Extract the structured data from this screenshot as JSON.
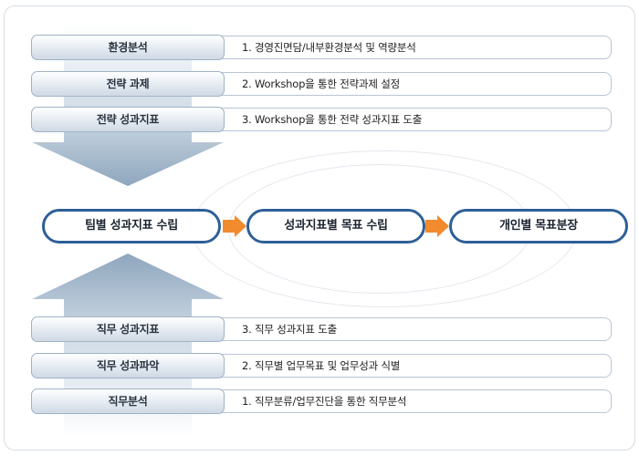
{
  "top_rows": [
    {
      "tag": "환경분석",
      "desc": "1. 경영진면담/내부환경분석 및 역량분석"
    },
    {
      "tag": "전략 과제",
      "desc": "2. Workshop을 통한  전략과제 설정"
    },
    {
      "tag": "전략 성과지표",
      "desc": "3. Workshop을 통한 전략 성과지표 도출"
    }
  ],
  "center": [
    "팀별 성과지표 수립",
    "성과지표별 목표 수립",
    "개인별 목표분장"
  ],
  "bottom_rows": [
    {
      "tag": "직무 성과지표",
      "desc": "3. 직무 성과지표 도출"
    },
    {
      "tag": "직무 성과파악",
      "desc": "2. 직무별 업무목표 및 업무성과 식별"
    },
    {
      "tag": "직무분석",
      "desc": "1. 직무분류/업무진단을 통한 직무분석"
    }
  ],
  "colors": {
    "pill_border": "#2e5f97",
    "arrow_orange": "#f28a2e",
    "big_arrow": "#9fb4c8"
  }
}
